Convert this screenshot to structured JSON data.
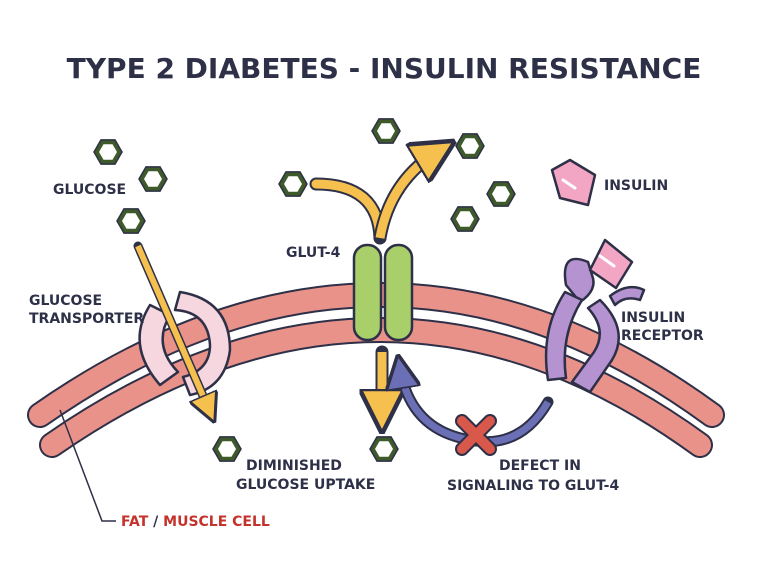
{
  "title": "TYPE 2 DIABETES - INSULIN RESISTANCE",
  "labels": {
    "glucose": "GLUCOSE",
    "glut4": "GLUT-4",
    "insulin": "INSULIN",
    "glucose_transporter_line1": "GLUCOSE",
    "glucose_transporter_line2": "TRANSPORTER",
    "insulin_receptor_line1": "INSULIN",
    "insulin_receptor_line2": "RECEPTOR",
    "diminished_line1": "DIMINISHED",
    "diminished_line2": "GLUCOSE UPTAKE",
    "defect_line1": "DEFECT IN",
    "defect_line2": "SIGNALING TO GLUT-4",
    "fat": "FAT",
    "separator": " / ",
    "muscle_cell": "MUSCLE CELL"
  },
  "colors": {
    "title_text": "#2e3048",
    "membrane": "#e8928a",
    "glucose_hexagon": "#3f5a2a",
    "transporter": "#f6d6df",
    "glut4_channel": "#a9cf6a",
    "receptor": "#b593d1",
    "insulin": "#f2a6c4",
    "arrow_yellow": "#f6c04e",
    "arrow_signal": "#6b6fb5",
    "defect_cross": "#d8594c",
    "cell_label": "#c4322b"
  },
  "icons": [
    "glucose-hexagon-icon",
    "insulin-crystal-icon",
    "defect-cross-icon"
  ]
}
